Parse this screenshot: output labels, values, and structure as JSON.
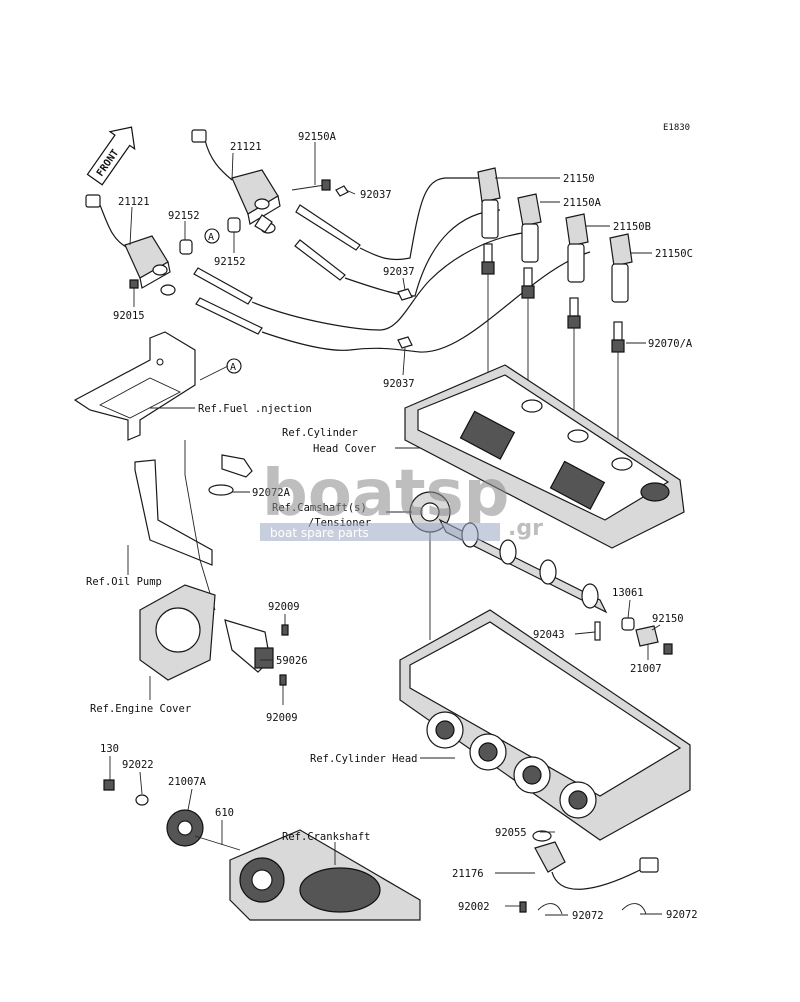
{
  "diagram_id": "E1830",
  "front_label": "FRONT",
  "ref_marker": "A",
  "watermark": {
    "brand": "boatsp",
    "tld": ".gr",
    "tagline": "boat spare parts"
  },
  "labels": {
    "p21121_top": "21121",
    "p21121_left": "21121",
    "p92150A": "92150A",
    "p92037_top": "92037",
    "p92152_a": "92152",
    "p92152_b": "92152",
    "p92015": "92015",
    "p92037_mid": "92037",
    "p92037_low": "92037",
    "p21150": "21150",
    "p21150A": "21150A",
    "p21150B": "21150B",
    "p21150C": "21150C",
    "p92070A": "92070/A",
    "ref_fuel": "Ref.Fuel .njection",
    "ref_cyl_head_cover_1": "Ref.Cylinder",
    "ref_cyl_head_cover_2": "Head Cover",
    "p92072A": "92072A",
    "ref_camshaft_1": "Ref.Camshaft(s)",
    "ref_camshaft_2": "/Tensioner",
    "ref_oil_pump": "Ref.Oil Pump",
    "p13061": "13061",
    "p92150": "92150",
    "p92043": "92043",
    "p21007": "21007",
    "p92009_top": "92009",
    "p59026": "59026",
    "ref_engine_cover": "Ref.Engine Cover",
    "p92009_bottom": "92009",
    "ref_cyl_head": "Ref.Cylinder Head",
    "p130": "130",
    "p92022": "92022",
    "p21007A": "21007A",
    "p610": "610",
    "ref_crankshaft": "Ref.Crankshaft",
    "p92055": "92055",
    "p21176": "21176",
    "p92002": "92002",
    "p92072_a": "92072",
    "p92072_b": "92072"
  }
}
